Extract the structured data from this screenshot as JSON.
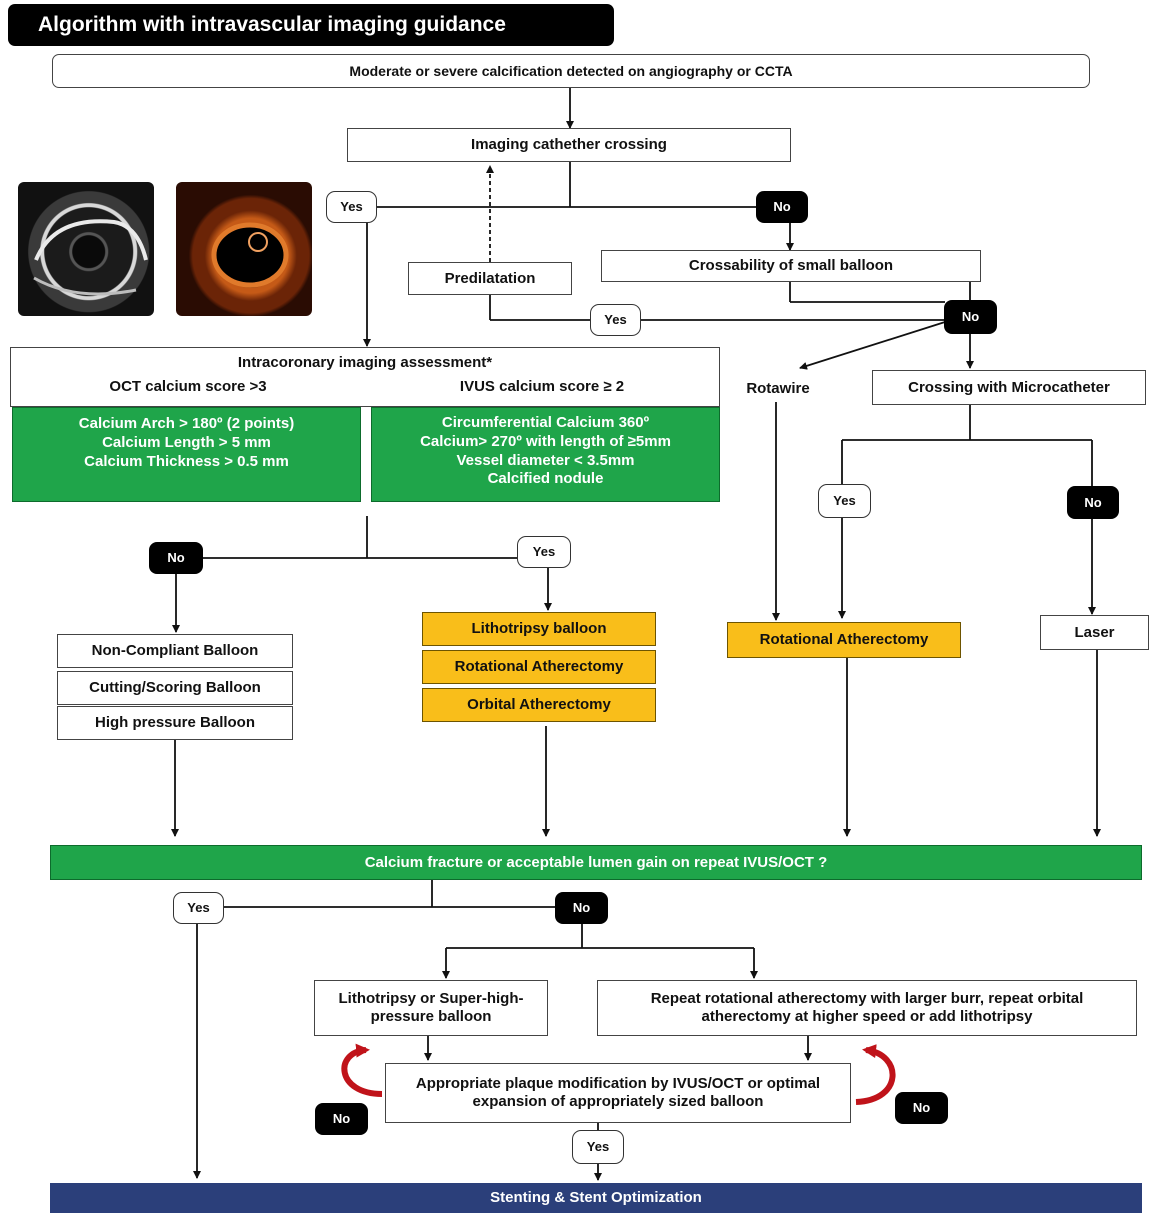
{
  "title": "Algorithm with intravascular imaging guidance",
  "nodes": {
    "start": "Moderate or severe calcification detected on angiography or CCTA",
    "catheter_crossing": "Imaging cathether crossing",
    "predilatation": "Predilatation",
    "crossability": "Crossability of small balloon",
    "intracoronary_title": "Intracoronary imaging assessment*",
    "oct_score": "OCT calcium score >3",
    "ivus_score": "IVUS calcium score ≥ 2",
    "oct_criteria": [
      "Calcium Arch > 180º (2 points)",
      "Calcium Length > 5 mm",
      "Calcium Thickness > 0.5 mm"
    ],
    "ivus_criteria": [
      "Circumferential Calcium 360º",
      "Calcium> 270º with length of ≥5mm",
      "Vessel diameter  < 3.5mm",
      "Calcified nodule"
    ],
    "rotawire": "Rotawire",
    "microcatheter": "Crossing with Microcatheter",
    "non_compliant": "Non-Compliant Balloon",
    "cutting_scoring": "Cutting/Scoring Balloon",
    "high_pressure": "High pressure Balloon",
    "lithotripsy": "Lithotripsy balloon",
    "rotational_1": "Rotational Atherectomy",
    "orbital": "Orbital Atherectomy",
    "rotational_2": "Rotational Atherectomy",
    "laser": "Laser",
    "calcium_fracture": "Calcium fracture or acceptable lumen gain on repeat IVUS/OCT ?",
    "litho_super": "Lithotripsy or Super-high-pressure balloon",
    "repeat_rot": "Repeat rotational atherectomy with larger burr, repeat orbital atherectomy at higher speed or add lithotripsy",
    "appropriate": "Appropriate plaque modification by IVUS/OCT or optimal expansion of appropriately sized balloon",
    "stenting": "Stenting & Stent Optimization"
  },
  "labels": {
    "yes": "Yes",
    "no": "No"
  },
  "colors": {
    "green": "#1fa54a",
    "gold": "#f9be1a",
    "navy": "#2b3f7a",
    "loop_arrow": "#c0131a"
  }
}
